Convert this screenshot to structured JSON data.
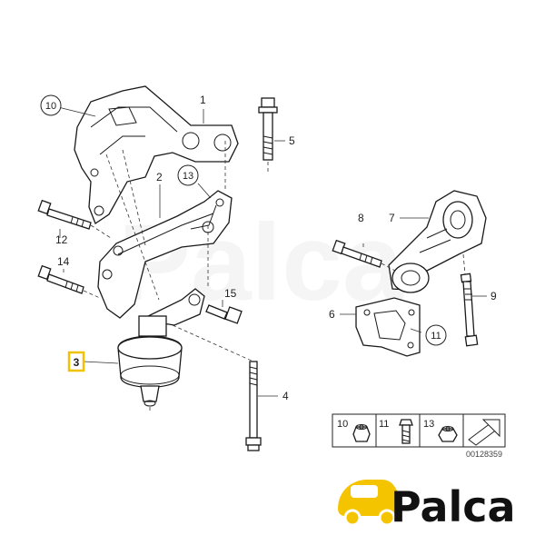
{
  "diagram": {
    "labels": {
      "p1": "1",
      "p2": "2",
      "p3": "3",
      "p4": "4",
      "p5": "5",
      "p6": "6",
      "p7": "7",
      "p8": "8",
      "p9": "9",
      "p12": "12",
      "p14": "14",
      "p15": "15"
    },
    "callouts": {
      "c10": "10",
      "c13": "13",
      "c11": "11"
    },
    "highlighted_part": "3",
    "legend": {
      "items": [
        "10",
        "11",
        "13"
      ],
      "icons": [
        "flange-nut-icon",
        "hex-bolt-icon",
        "hex-nut-icon",
        "arrow-icon"
      ]
    },
    "diagram_number": "00128359",
    "colors": {
      "highlight": "#f2c200",
      "logo_yellow": "#f5c400",
      "line": "#1a1a1a"
    }
  },
  "logo": {
    "text": "Palca"
  }
}
